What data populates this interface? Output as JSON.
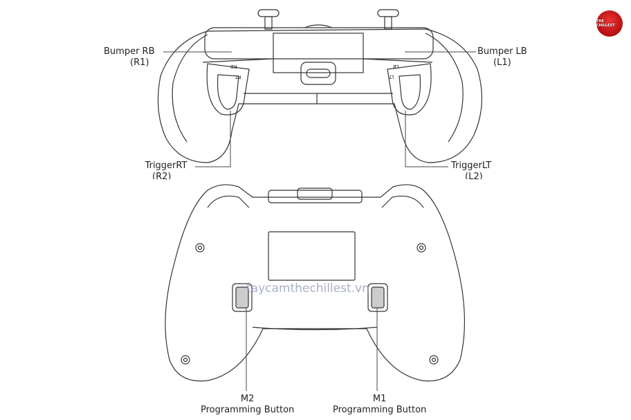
{
  "logo": {
    "text": "THE CHILLEST"
  },
  "watermark": "taycamthechillest.vn",
  "labels": {
    "bumper_rb": {
      "name": "Bumper RB",
      "alt": "(R1)"
    },
    "bumper_lb": {
      "name": "Bumper LB",
      "alt": "(L1)"
    },
    "trigger_rt": {
      "name": "TriggerRT",
      "alt": "(R2)"
    },
    "trigger_lt": {
      "name": "TriggerLT",
      "alt": "(L2)"
    },
    "m2": {
      "name": "M2",
      "desc": "Programming Button"
    },
    "m1": {
      "name": "M1",
      "desc": "Programming Button"
    }
  },
  "button_marks": {
    "rb": "RB",
    "rt": "RT",
    "lb": "LB",
    "lt": "LT"
  }
}
